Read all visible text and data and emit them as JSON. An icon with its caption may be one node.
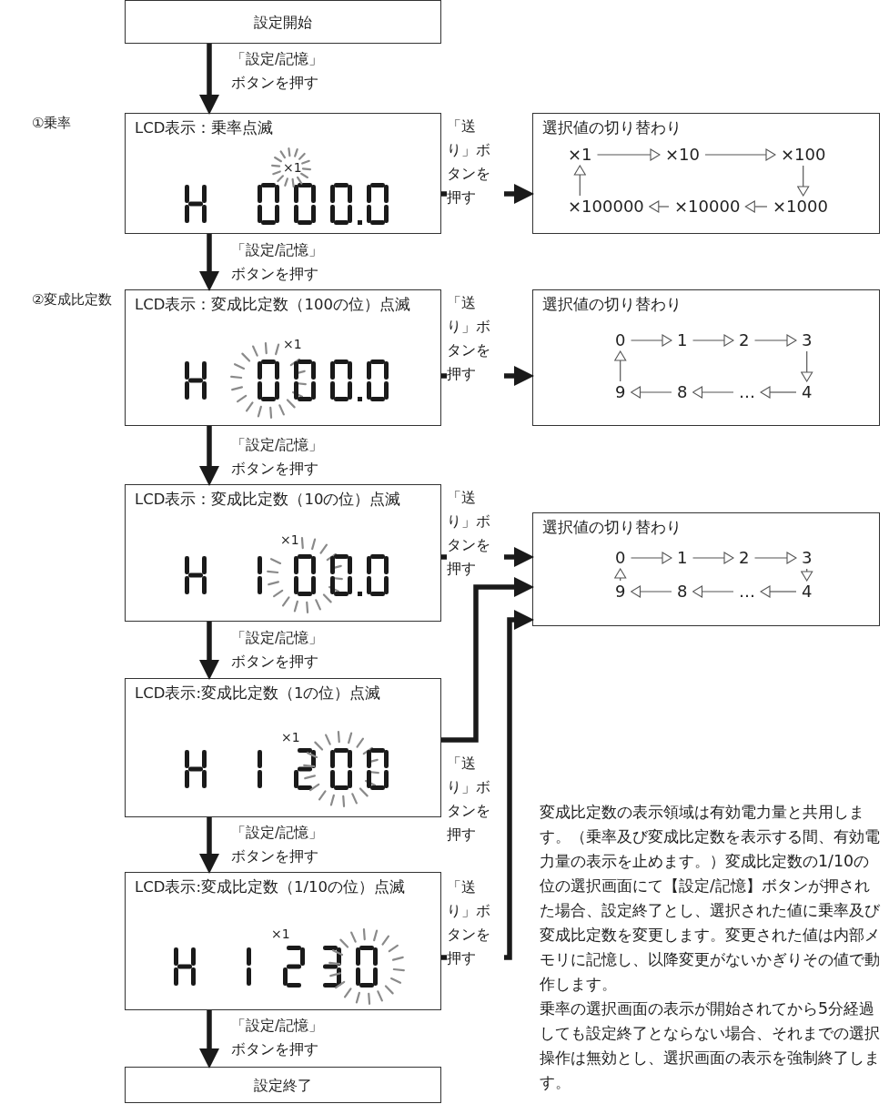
{
  "diagram": {
    "nodes": [
      {
        "text": [
          "設定開始"
        ]
      },
      {
        "text": [
          "LCD表示：乗率点滅",
          "×1"
        ]
      },
      {
        "text": [
          "選択値の切り替わり"
        ]
      },
      {
        "text": [
          "×1"
        ],
        "in": 2
      },
      {
        "text": [
          "×10"
        ],
        "in": 2
      },
      {
        "text": [
          "×100"
        ],
        "in": 2
      },
      {
        "text": [
          "×100000"
        ],
        "in": 2
      },
      {
        "text": [
          "×10000"
        ],
        "in": 2
      },
      {
        "text": [
          "×1000"
        ],
        "in": 2
      },
      {
        "text": [
          "LCD表示：変成比定数（100の位）点滅",
          "×1"
        ]
      },
      {
        "text": [
          "選択値の切り替わり"
        ]
      },
      {
        "text": [
          "0"
        ],
        "in": 10
      },
      {
        "text": [
          "1"
        ],
        "in": 10
      },
      {
        "text": [
          "2"
        ],
        "in": 10
      },
      {
        "text": [
          "3"
        ],
        "in": 10
      },
      {
        "text": [
          "9"
        ],
        "in": 10
      },
      {
        "text": [
          "8"
        ],
        "in": 10
      },
      {
        "text": [
          "…"
        ],
        "in": 10
      },
      {
        "text": [
          "4"
        ],
        "in": 10
      },
      {
        "text": [
          "LCD表示：変成比定数（10の位）点滅",
          "×1"
        ]
      },
      {
        "text": [
          "選択値の切り替わり"
        ]
      },
      {
        "text": [
          "0"
        ],
        "in": 20
      },
      {
        "text": [
          "1"
        ],
        "in": 20
      },
      {
        "text": [
          "2"
        ],
        "in": 20
      },
      {
        "text": [
          "3"
        ],
        "in": 20
      },
      {
        "text": [
          "9"
        ],
        "in": 20
      },
      {
        "text": [
          "8"
        ],
        "in": 20
      },
      {
        "text": [
          "…"
        ],
        "in": 20
      },
      {
        "text": [
          "4"
        ],
        "in": 20
      },
      {
        "text": [
          "LCD表示:変成比定数（1の位）点滅",
          "×1"
        ]
      },
      {
        "text": [
          "LCD表示:変成比定数（1/10の位）点滅",
          "×1"
        ]
      },
      {
        "text": [
          "設定終了"
        ]
      }
    ],
    "edges": [
      {
        "from": 0,
        "to": 1,
        "arrow": "to",
        "style": "thick",
        "label": "「設定/記憶」ボタンを押す"
      },
      {
        "from": 1,
        "to": 2,
        "arrow": "to",
        "style": "thick",
        "label": "「送り」ボタンを押す"
      },
      {
        "from": 1,
        "to": 9,
        "arrow": "to",
        "style": "thick",
        "label": "「設定/記憶」ボタンを押す"
      },
      {
        "from": 9,
        "to": 10,
        "arrow": "to",
        "style": "thick",
        "label": "「送り」ボタンを押す"
      },
      {
        "from": 9,
        "to": 19,
        "arrow": "to",
        "style": "thick",
        "label": "「設定/記憶」ボタンを押す"
      },
      {
        "from": 19,
        "to": 20,
        "arrow": "to",
        "style": "thick",
        "label": "「送り」ボタンを押す"
      },
      {
        "from": 19,
        "to": 29,
        "arrow": "to",
        "style": "thick",
        "label": "「設定/記憶」ボタンを押す"
      },
      {
        "from": 29,
        "to": 20,
        "arrow": "to",
        "style": "thick",
        "label": "「送り」ボタンを押す"
      },
      {
        "from": 29,
        "to": 30,
        "arrow": "to",
        "style": "thick",
        "label": "「設定/記憶」ボタンを押す"
      },
      {
        "from": 30,
        "to": 20,
        "arrow": "to",
        "style": "thick",
        "label": "「送り」ボタンを押す"
      },
      {
        "from": 30,
        "to": 31,
        "arrow": "to",
        "style": "thick",
        "label": "「設定/記憶」ボタンを押す"
      },
      {
        "from": 3,
        "to": 4,
        "arrow": "to"
      },
      {
        "from": 4,
        "to": 5,
        "arrow": "to"
      },
      {
        "from": 5,
        "to": 8,
        "arrow": "to"
      },
      {
        "from": 8,
        "to": 7,
        "arrow": "to"
      },
      {
        "from": 7,
        "to": 6,
        "arrow": "to"
      },
      {
        "from": 6,
        "to": 3,
        "arrow": "to"
      },
      {
        "from": 11,
        "to": 12,
        "arrow": "to"
      },
      {
        "from": 12,
        "to": 13,
        "arrow": "to"
      },
      {
        "from": 13,
        "to": 14,
        "arrow": "to"
      },
      {
        "from": 14,
        "to": 18,
        "arrow": "to"
      },
      {
        "from": 18,
        "to": 17,
        "arrow": "to"
      },
      {
        "from": 17,
        "to": 16,
        "arrow": "to"
      },
      {
        "from": 16,
        "to": 15,
        "arrow": "to"
      },
      {
        "from": 15,
        "to": 11,
        "arrow": "to"
      },
      {
        "from": 21,
        "to": 22,
        "arrow": "to"
      },
      {
        "from": 22,
        "to": 23,
        "arrow": "to"
      },
      {
        "from": 23,
        "to": 24,
        "arrow": "to"
      },
      {
        "from": 24,
        "to": 28,
        "arrow": "to"
      },
      {
        "from": 28,
        "to": 27,
        "arrow": "to"
      },
      {
        "from": 27,
        "to": 26,
        "arrow": "to"
      },
      {
        "from": 26,
        "to": 25,
        "arrow": "to"
      },
      {
        "from": 25,
        "to": 21,
        "arrow": "to"
      }
    ],
    "labels": [
      "①乗率",
      "②変成比定数",
      "変成比定数の表示領域は有効電力量と共用します。（乗率及び変成比定数を表示する間、有効電力量の表示を止めます。）変成比定数の1/10の位の選択画面にて【設定/記憶】ボタンが押された場合、設定終了とし、選択された値に乗率及び変成比定数を変更します。変更された値は内部メモリに記憶し、以降変更がないかぎりその値で動作します。",
      "乗率の選択画面の表示が開始されてから5分経過しても設定終了とならない場合、それまでの選択操作は無効とし、選択画面の表示を強制終了します。"
    ]
  }
}
